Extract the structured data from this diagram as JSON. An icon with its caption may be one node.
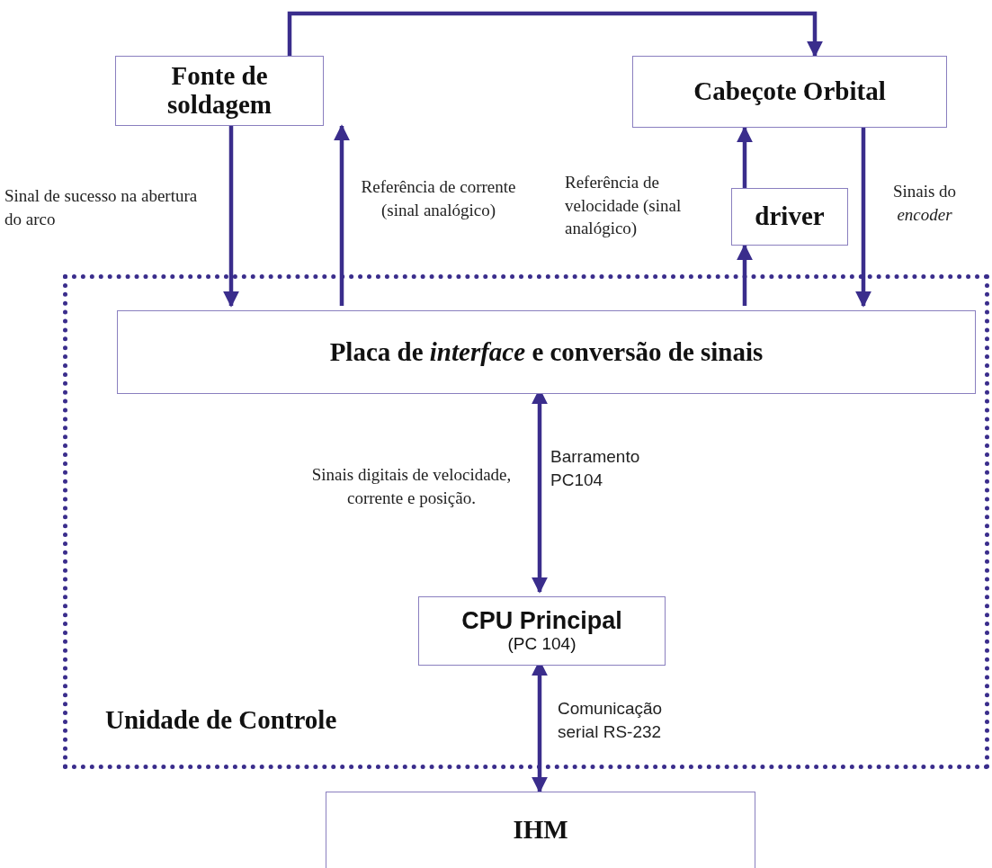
{
  "diagram": {
    "nodes": [
      {
        "text": [
          "Unidade de Controle"
        ]
      },
      {
        "text": [
          "Fonte de soldagem"
        ]
      },
      {
        "text": [
          "Cabeçote Orbital"
        ]
      },
      {
        "text": [
          "driver"
        ]
      },
      {
        "text": [
          "Placa de *interface* e  conversão de sinais"
        ],
        "in": 0
      },
      {
        "text": [
          "CPU Principal",
          "(PC 104)"
        ],
        "in": 0
      },
      {
        "text": [
          "IHM"
        ]
      }
    ],
    "edges": [
      {
        "from": 1,
        "to": 2,
        "arrow": "to"
      },
      {
        "from": 1,
        "to": 4,
        "arrow": "to",
        "label": "Sinal de sucesso na abertura do arco"
      },
      {
        "from": 4,
        "to": 1,
        "arrow": "to",
        "label": "Referência de corrente (sinal analógico)"
      },
      {
        "from": 4,
        "to": 3,
        "arrow": "to",
        "label": "Referência de velocidade (sinal analógico)"
      },
      {
        "from": 3,
        "to": 2,
        "arrow": "to"
      },
      {
        "from": 2,
        "to": 4,
        "arrow": "to",
        "label": "Sinais do *encoder*"
      },
      {
        "from": 4,
        "to": 5,
        "arrow": "both",
        "label": "Barramento PC104"
      },
      {
        "from": 5,
        "to": 6,
        "arrow": "both",
        "label": "Comunicação serial RS-232"
      }
    ],
    "labels": [
      "Sinais digitais de velocidade, corrente e posição."
    ]
  }
}
